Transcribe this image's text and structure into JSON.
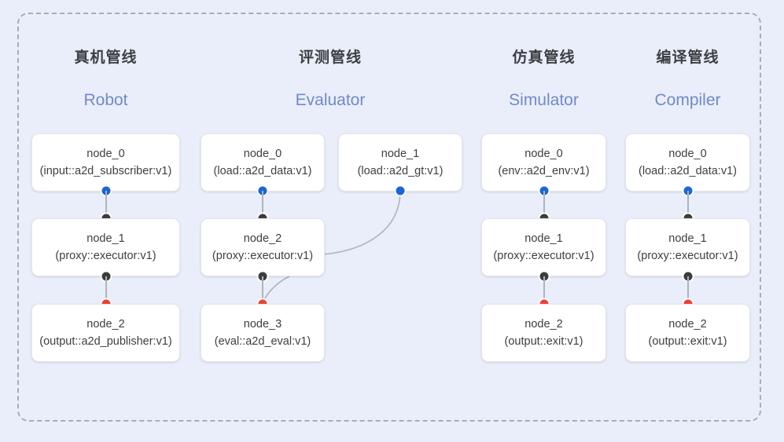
{
  "frame": {
    "border_style": "dashed",
    "border_color": "#a6adba",
    "background": "#e9eefa"
  },
  "palette": {
    "input_port": "#1a66d6",
    "middle_port": "#3c3c3c",
    "output_port": "#ea4335",
    "card_bg": "#ffffff",
    "title_color": "#3c4043",
    "subtitle_color": "#7289c9",
    "edge_color": "#aeb3bd"
  },
  "columns": [
    {
      "id": "robot",
      "title_cn": "真机管线",
      "title_en": "Robot",
      "nodes": [
        {
          "name": "node_0",
          "type": "(input::a2d_subscriber:v1)"
        },
        {
          "name": "node_1",
          "type": "(proxy::executor:v1)"
        },
        {
          "name": "node_2",
          "type": "(output::a2d_publisher:v1)"
        }
      ]
    },
    {
      "id": "evaluator",
      "title_cn": "评测管线",
      "title_en": "Evaluator",
      "nodes": [
        {
          "name": "node_0",
          "type": "(load::a2d_data:v1)"
        },
        {
          "name": "node_1",
          "type": "(load::a2d_gt:v1)"
        },
        {
          "name": "node_2",
          "type": "(proxy::executor:v1)"
        },
        {
          "name": "node_3",
          "type": "(eval::a2d_eval:v1)"
        }
      ]
    },
    {
      "id": "simulator",
      "title_cn": "仿真管线",
      "title_en": "Simulator",
      "nodes": [
        {
          "name": "node_0",
          "type": "(env::a2d_env:v1)"
        },
        {
          "name": "node_1",
          "type": "(proxy::executor:v1)"
        },
        {
          "name": "node_2",
          "type": "(output::exit:v1)"
        }
      ]
    },
    {
      "id": "compiler",
      "title_cn": "编译管线",
      "title_en": "Compiler",
      "nodes": [
        {
          "name": "node_0",
          "type": "(load::a2d_data:v1)"
        },
        {
          "name": "node_1",
          "type": "(proxy::executor:v1)"
        },
        {
          "name": "node_2",
          "type": "(output::exit:v1)"
        }
      ]
    }
  ]
}
